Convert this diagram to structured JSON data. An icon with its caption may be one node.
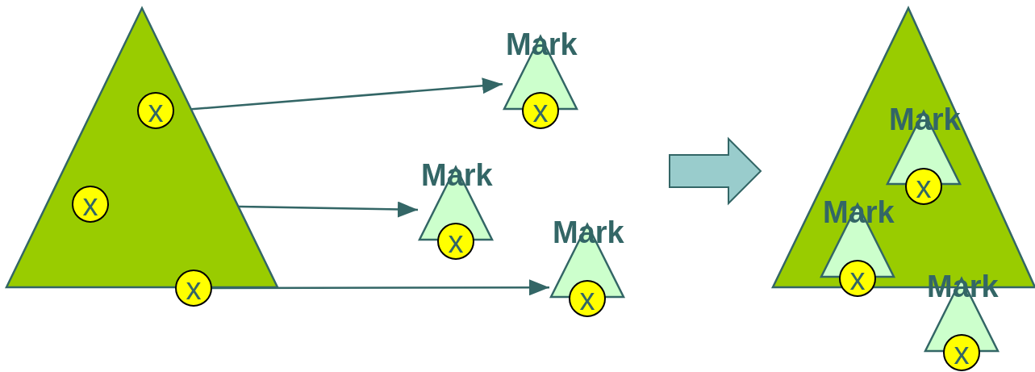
{
  "diagram": {
    "nodes": [
      {
        "text": [],
        "shape": "triangle"
      },
      {
        "text": [
          "x"
        ],
        "in": 0
      },
      {
        "text": [
          "x"
        ],
        "in": 0
      },
      {
        "text": [
          "x"
        ]
      },
      {
        "text": [
          "Mark"
        ]
      },
      {
        "text": [
          "x"
        ]
      },
      {
        "text": [
          "Mark"
        ]
      },
      {
        "text": [
          "x"
        ]
      },
      {
        "text": [
          "Mark"
        ]
      },
      {
        "text": [
          "x"
        ]
      },
      {
        "text": [],
        "shape": "triangle"
      },
      {
        "text": [
          "Mark"
        ],
        "in": 10
      },
      {
        "text": [
          "x"
        ],
        "in": 10
      },
      {
        "text": [
          "Mark"
        ],
        "in": 10
      },
      {
        "text": [
          "x"
        ]
      },
      {
        "text": [
          "Mark"
        ]
      },
      {
        "text": [
          "x"
        ]
      }
    ],
    "edges": [
      {
        "from": 1,
        "to": 4,
        "arrow": "to"
      },
      {
        "from": 2,
        "to": 6,
        "arrow": "to"
      },
      {
        "from": 3,
        "to": 8,
        "arrow": "to"
      },
      {
        "from": null,
        "to": 10,
        "arrow": "to",
        "style": "thick",
        "color": "#99cccc"
      }
    ]
  }
}
